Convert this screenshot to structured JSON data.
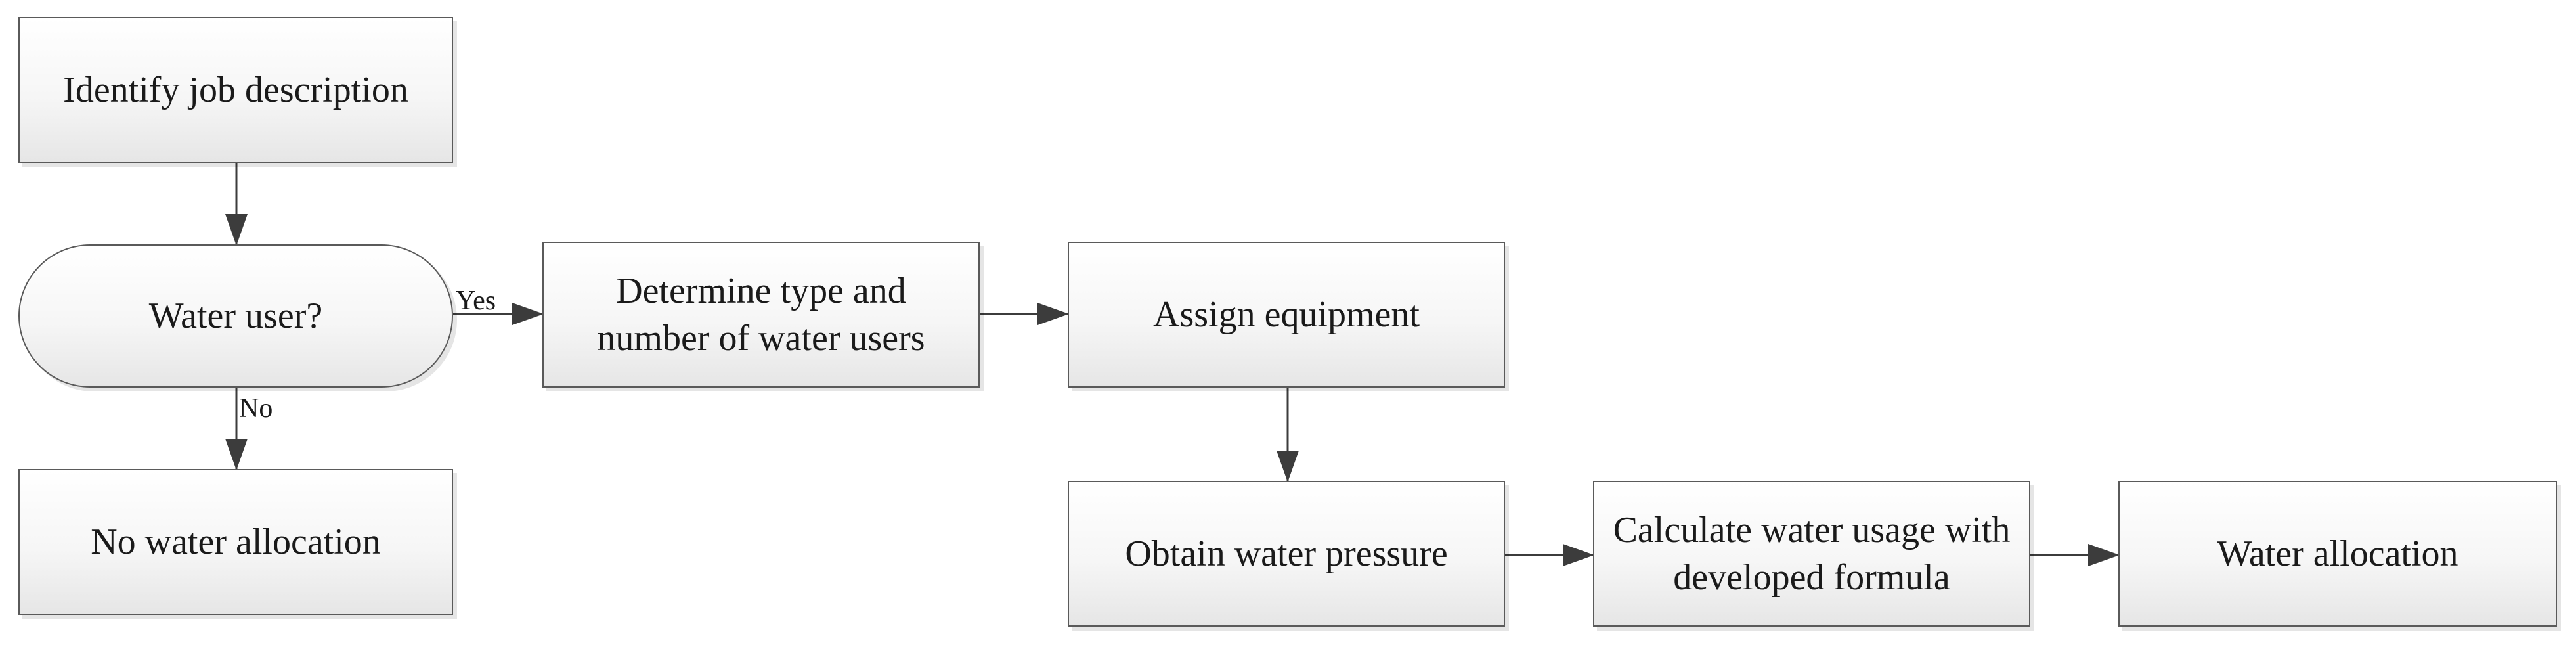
{
  "nodes": {
    "identify": "Identify job description",
    "water_user": "Water user?",
    "determine": "Determine type and number of water users",
    "assign": "Assign equipment",
    "no_allocation": "No water allocation",
    "pressure": "Obtain water pressure",
    "calculate": "Calculate water usage with developed formula",
    "allocation": "Water allocation"
  },
  "edges": {
    "yes_label": "Yes",
    "no_label": "No"
  },
  "colors": {
    "stroke": "#5a5a5a",
    "arrow": "#3c3c3c",
    "fill_top": "#ffffff",
    "fill_bottom": "#e6e6e6"
  }
}
